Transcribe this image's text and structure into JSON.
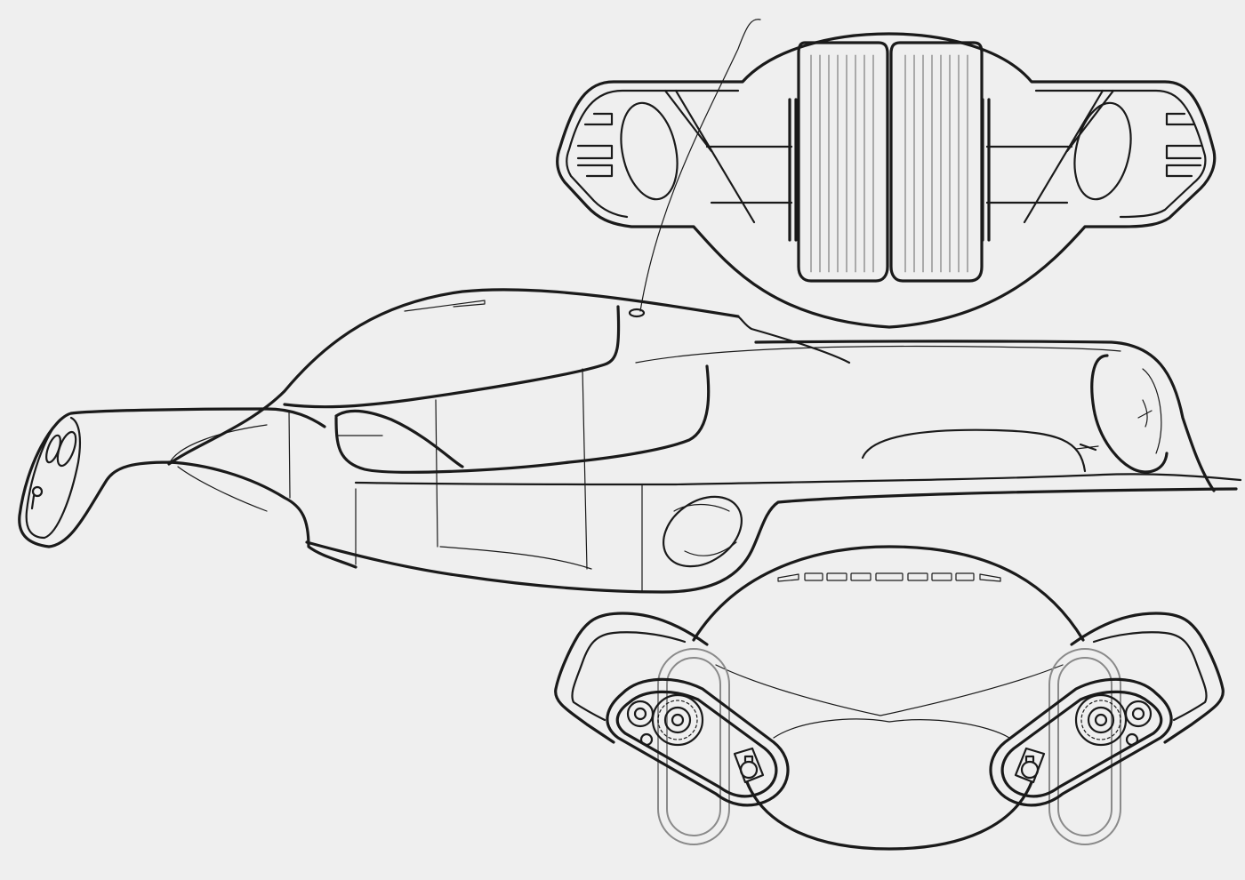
{
  "colors": {
    "background": "#efefef",
    "ink": "#1a1a1a",
    "ghost_track": "#8a8a8a"
  },
  "views": [
    {
      "id": "top-view",
      "label": ""
    },
    {
      "id": "side-view",
      "label": ""
    },
    {
      "id": "front-view",
      "label": ""
    }
  ],
  "icons": [
    "wheel-icon",
    "tow-hook-icon",
    "headlight-icon"
  ]
}
